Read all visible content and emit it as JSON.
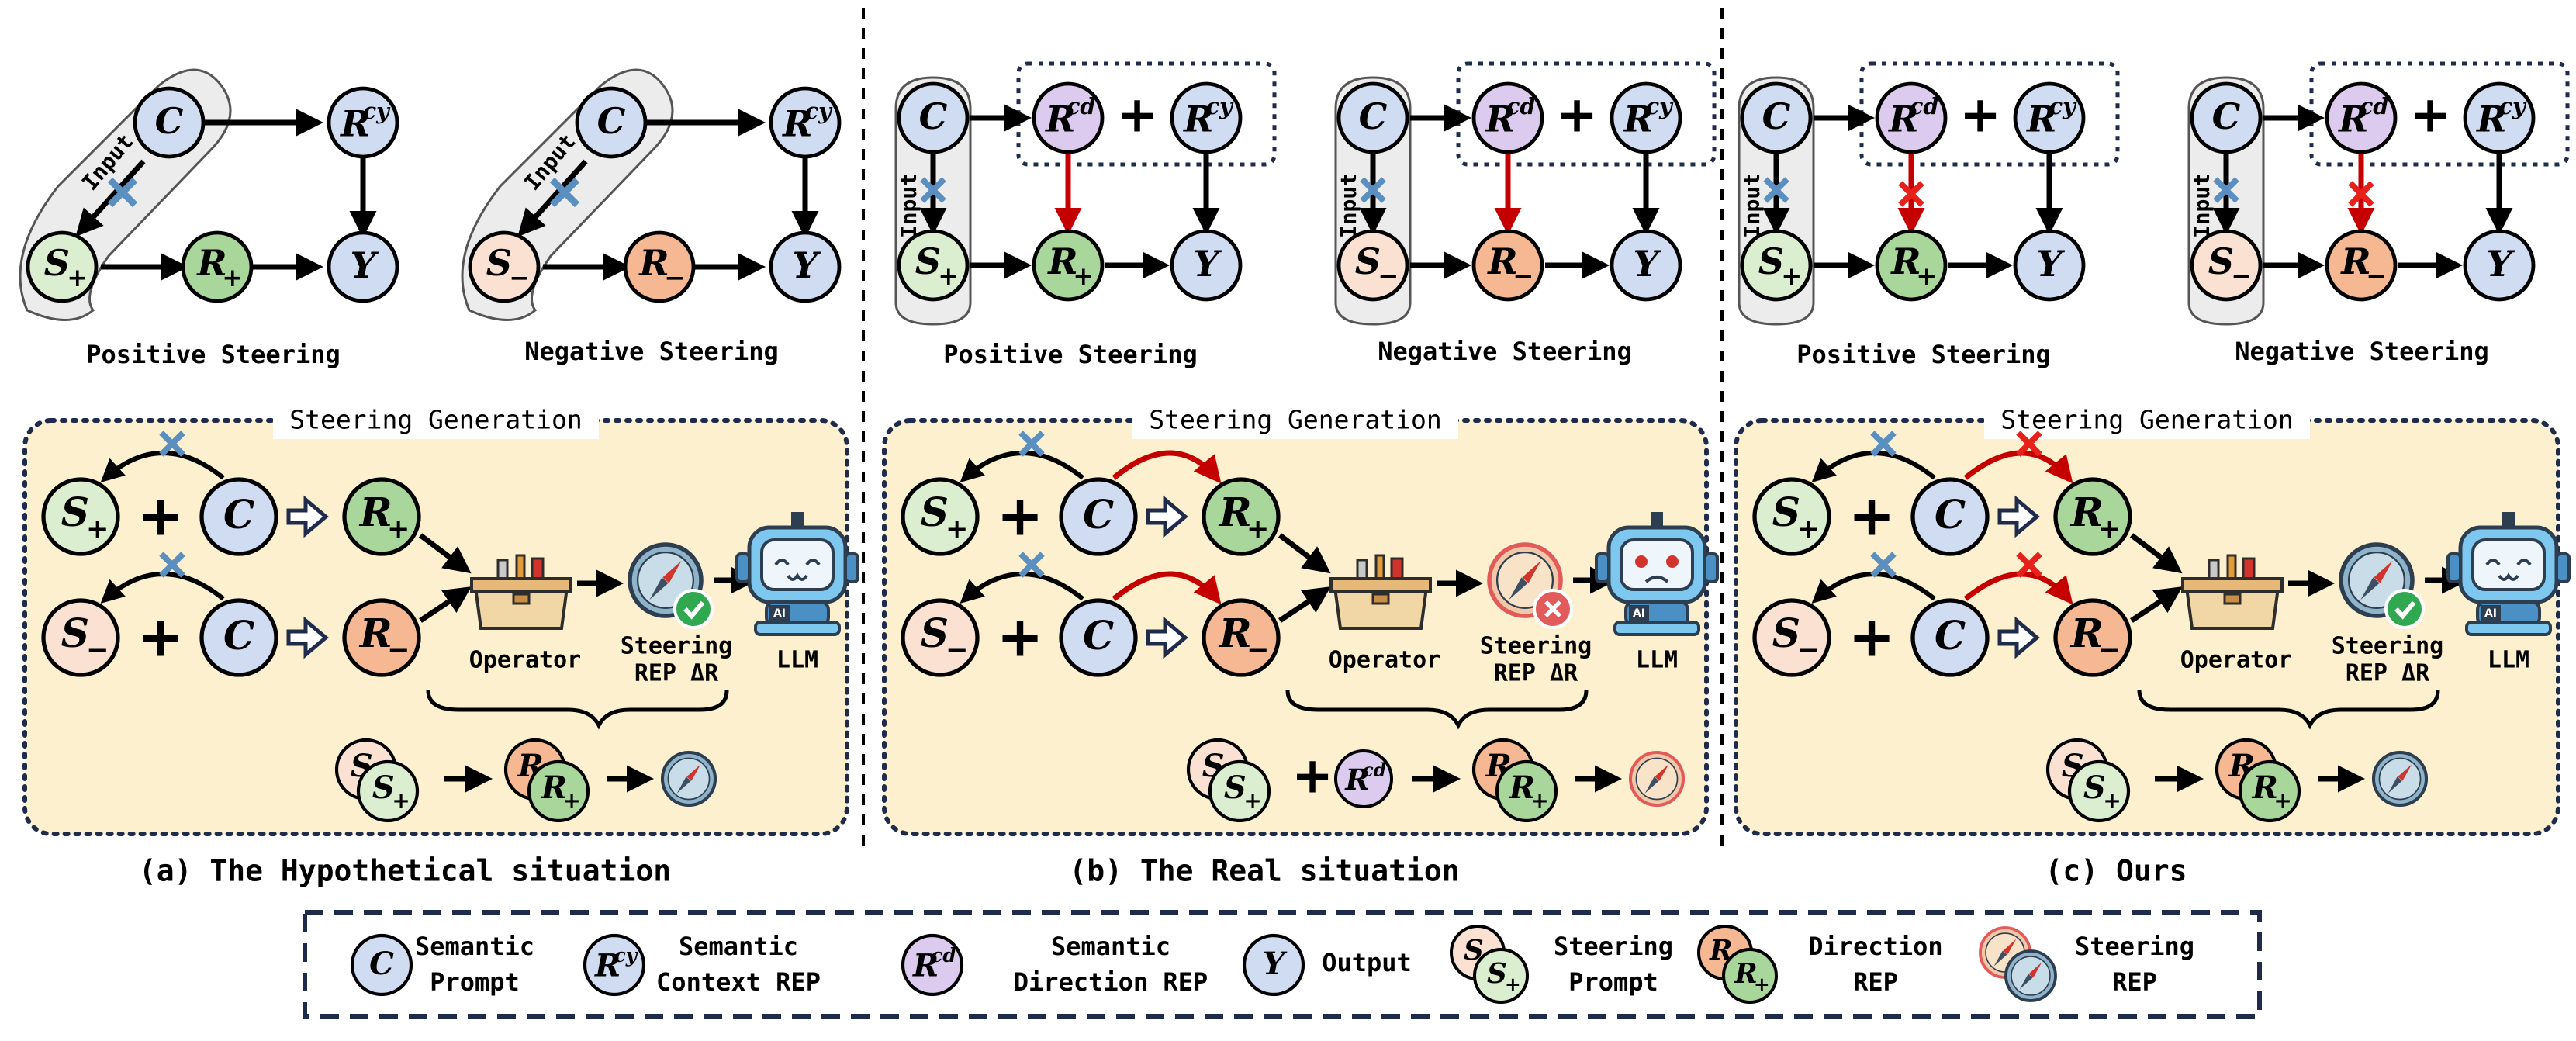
{
  "panels": [
    {
      "caption": "(a) The Hypothetical situation",
      "positive_label": "Positive Steering",
      "negative_label": "Negative Steering",
      "input_label": "Input",
      "generation_title": "Steering Generation",
      "operator_label": "Operator",
      "steering_label_1": "Steering",
      "steering_label_2": "REP ΔR",
      "llm_label": "LLM",
      "robot_mood": "happy",
      "steering_status": "check"
    },
    {
      "caption": "(b) The Real situation",
      "positive_label": "Positive Steering",
      "negative_label": "Negative Steering",
      "input_label": "Input",
      "generation_title": "Steering Generation",
      "operator_label": "Operator",
      "steering_label_1": "Steering",
      "steering_label_2": "REP ΔR",
      "llm_label": "LLM",
      "robot_mood": "sad",
      "steering_status": "cross"
    },
    {
      "caption": "(c) Ours",
      "positive_label": "Positive Steering",
      "negative_label": "Negative Steering",
      "input_label": "Input",
      "generation_title": "Steering Generation",
      "operator_label": "Operator",
      "steering_label_1": "Steering",
      "steering_label_2": "REP ΔR",
      "llm_label": "LLM",
      "robot_mood": "happy",
      "steering_status": "check"
    }
  ],
  "nodes": {
    "C": "C",
    "Rcy_base": "R",
    "Rcy_sup": "cy",
    "Rcd_base": "R",
    "Rcd_sup": "cd",
    "S": "S",
    "R": "R",
    "Y": "Y",
    "plus_sub": "+",
    "minus_sub": "−",
    "plus": "+"
  },
  "legend": {
    "semantic_prompt": [
      "Semantic",
      "Prompt"
    ],
    "semantic_context_rep": [
      "Semantic",
      "Context REP"
    ],
    "semantic_direction_rep": [
      "Semantic",
      "Direction REP"
    ],
    "output": "Output",
    "steering_prompt": [
      "Steering",
      "Prompt"
    ],
    "direction_rep": [
      "Direction",
      "REP"
    ],
    "steering_rep": [
      "Steering",
      "REP"
    ]
  },
  "robot_badge": "AI",
  "colors": {
    "C": "#cfdcf2",
    "Rcy": "#cfdcf2",
    "Rcd": "#dccbef",
    "Y": "#cfdcf2",
    "S_plus": "#dbeecf",
    "S_minus": "#fbe1d2",
    "R_plus": "#a9d69a",
    "R_minus": "#f5b893",
    "panel_bg": "#fdf0cf",
    "panel_border": "#1e2b4a",
    "red_arrow": "#c40000",
    "blue_cross": "#5a8fc0",
    "red_cross": "#e8201a",
    "check_green": "#2fa84f",
    "compass_bad": "#e25a5a"
  }
}
